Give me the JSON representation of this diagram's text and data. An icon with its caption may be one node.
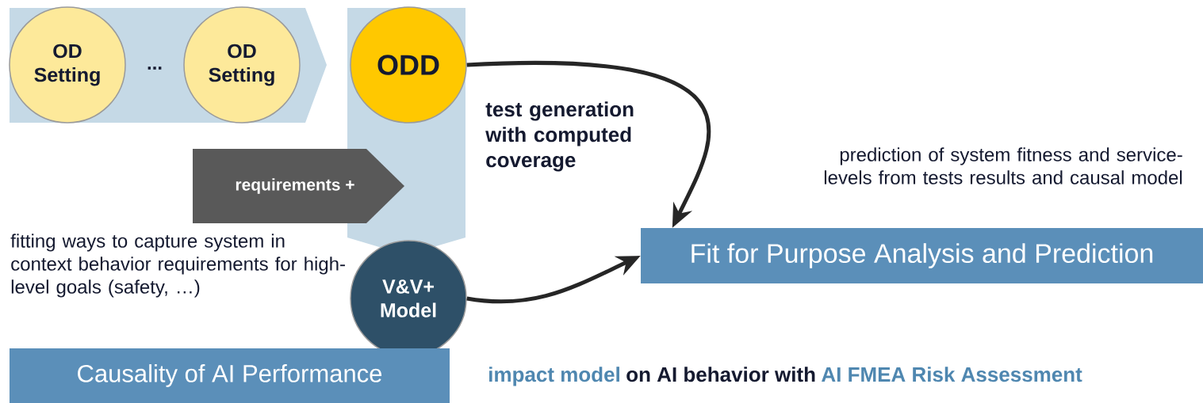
{
  "diagram": {
    "nodes": [
      {
        "text": [],
        "shape": "band"
      },
      {
        "text": [
          "OD Setting"
        ],
        "in": 0
      },
      {
        "text": [
          "OD Setting"
        ],
        "in": 0
      },
      {
        "text": [],
        "shape": "band"
      },
      {
        "text": [
          "ODD"
        ],
        "in": 3
      },
      {
        "text": [
          "requirements +"
        ]
      },
      {
        "text": [
          "V&V+ Model"
        ]
      },
      {
        "text": [
          "Causality of AI Performance"
        ]
      },
      {
        "text": [
          "Fit for Purpose Analysis and Prediction"
        ]
      }
    ],
    "edges": [
      {
        "from": 4,
        "to": 8,
        "arrow": "to",
        "label": "test generation with computed coverage"
      },
      {
        "from": 6,
        "to": 8,
        "arrow": "to"
      }
    ],
    "labels": [
      "...",
      "fitting ways to capture system in context behavior requirements for high-level goals (safety, …)",
      "prediction of system fitness and service-levels from tests results and causal model",
      "impact model",
      "on AI behavior with",
      "AI FMEA Risk Assessment"
    ]
  }
}
